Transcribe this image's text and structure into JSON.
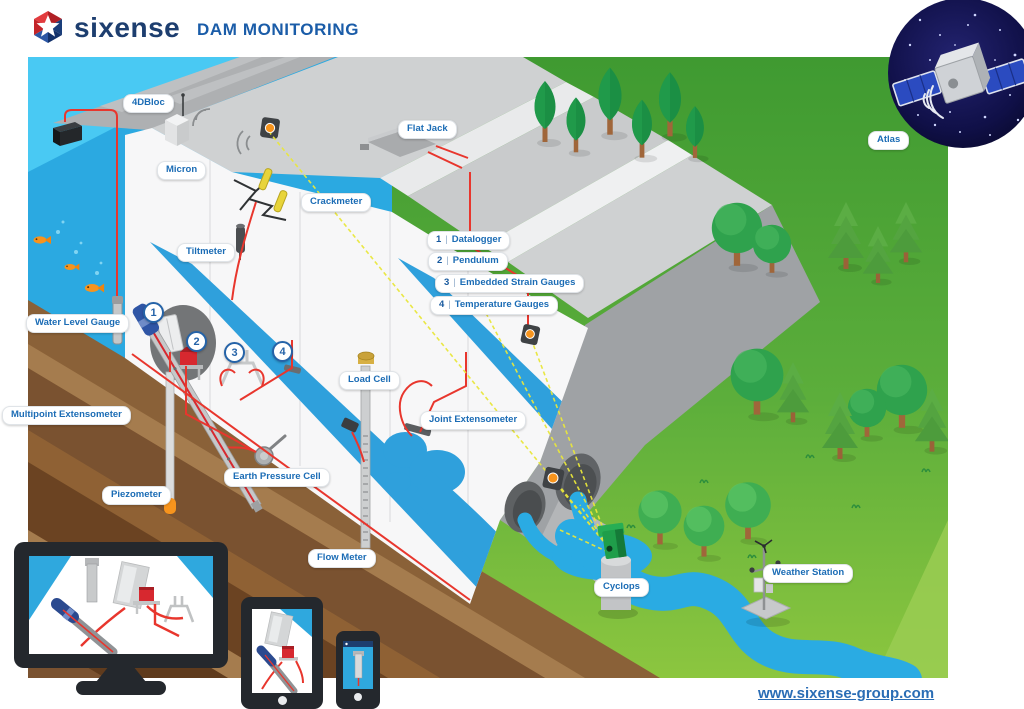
{
  "header": {
    "brand": "sixense",
    "title": "DAM MONITORING"
  },
  "labels": {
    "four_d_bloc": "4DBloc",
    "micron": "Micron",
    "crackmeter": "Crackmeter",
    "tiltmeter": "Tiltmeter",
    "flat_jack": "Flat Jack",
    "water_level_gauge": "Water Level Gauge",
    "multipoint_extensometer": "Multipoint Extensometer",
    "piezometer": "Piezometer",
    "earth_pressure_cell": "Earth Pressure Cell",
    "load_cell": "Load Cell",
    "joint_extensometer": "Joint Extensometer",
    "flow_meter": "Flow Meter",
    "cyclops": "Cyclops",
    "weather_station": "Weather Station",
    "atlas": "Atlas"
  },
  "legend": [
    {
      "num": "1",
      "sep": "|",
      "text": "Datalogger"
    },
    {
      "num": "2",
      "sep": "|",
      "text": "Pendulum"
    },
    {
      "num": "3",
      "sep": "|",
      "text": "Embedded Strain Gauges"
    },
    {
      "num": "4",
      "sep": "|",
      "text": "Temperature Gauges"
    }
  ],
  "markers": [
    {
      "num": "1"
    },
    {
      "num": "2"
    },
    {
      "num": "3"
    },
    {
      "num": "4"
    }
  ],
  "footer": {
    "url": "www.sixense-group.com"
  },
  "colors": {
    "brand_navy": "#1d3e6f",
    "title_blue": "#1a5ca8",
    "label_blue": "#1b6cb5",
    "water": "#2ba9e1",
    "sky": "#49c9f3",
    "hill_green_top": "#3f9a31",
    "hill_green_bottom": "#8cc63f",
    "cable_red": "#e8362d",
    "ray_yellow": "#e9e73b",
    "earth_brown": "#8a6138"
  }
}
